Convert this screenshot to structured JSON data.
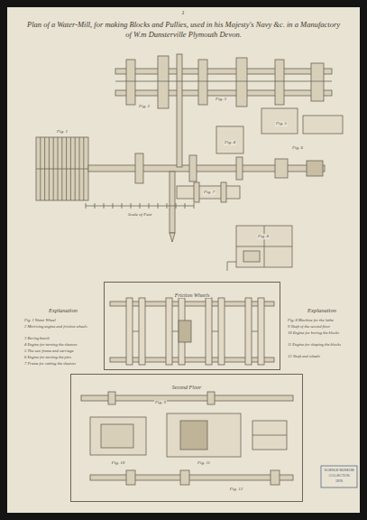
{
  "diagram": {
    "title": "Plan of a Water-Mill, for making Blocks and Pullies, used in his Majesty's Navy &c. in a Manufactory of W.m Dunsterville Plymouth Devon.",
    "nodes": [
      {
        "text": [
          "Friction Wheels"
        ]
      },
      {
        "text": [
          "Second Floor"
        ]
      }
    ],
    "labels": [
      "1",
      "Fig. 1",
      "Fig. 2",
      "Fig. 3",
      "Fig. 4",
      "Fig. 5",
      "Fig. 6",
      "Fig. 7",
      "Fig. 8",
      "Scale of Feet",
      "Explanation",
      "Fig. 1 Water Wheel",
      "2 Mortising engine and friction wheels",
      "3 Boring bench",
      "4 Engine for turning the sheaves",
      "5 The saw frame and carriage",
      "6 Engine for turning the pins",
      "7 Frame for cutting the sheaves",
      "Explanation",
      "Fig. 8 Machine for the lathe",
      "9 Shaft of the second floor",
      "10 Engine for boring the blocks",
      "11 Engine for shaping the blocks",
      "12 Shaft and wheels",
      "Fig. 9",
      "Fig. 10",
      "Fig. 11",
      "Fig. 12",
      "SCIENCE MUSEUM",
      "COLLECTION",
      "1876"
    ]
  }
}
